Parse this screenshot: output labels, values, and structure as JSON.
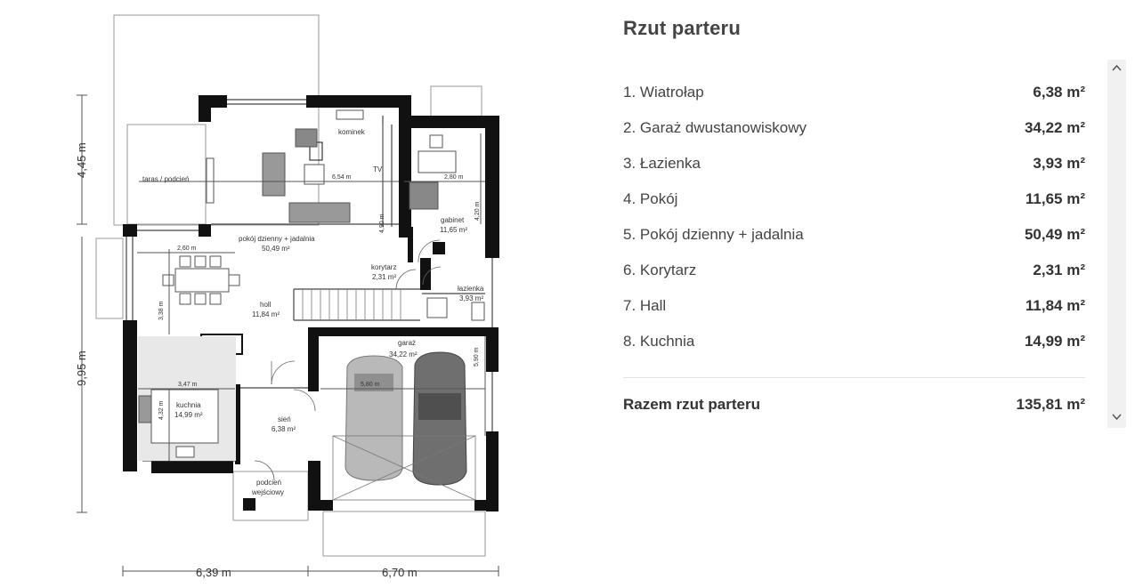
{
  "panel": {
    "title": "Rzut parteru",
    "rooms": [
      {
        "label": "1. Wiatrołap",
        "area": "6,38 m²"
      },
      {
        "label": "2. Garaż dwustanowiskowy",
        "area": "34,22 m²"
      },
      {
        "label": "3. Łazienka",
        "area": "3,93 m²"
      },
      {
        "label": "4. Pokój",
        "area": "11,65 m²"
      },
      {
        "label": "5. Pokój dzienny + jadalnia",
        "area": "50,49 m²"
      },
      {
        "label": "6. Korytarz",
        "area": "2,31 m²"
      },
      {
        "label": "7. Hall",
        "area": "11,84 m²"
      },
      {
        "label": "8. Kuchnia",
        "area": "14,99 m²"
      }
    ],
    "total_label": "Razem rzut parteru",
    "total_area": "135,81 m²"
  },
  "plan": {
    "dims": {
      "left_width": "6,39 m",
      "right_width": "6,70 m",
      "top_height": "4,45 m",
      "main_height": "9,95 m"
    },
    "labels": {
      "taras": "taras / podcień",
      "kominek": "kominek",
      "tv": "TV",
      "living_name": "pokój dzienny + jadalnia",
      "living_area": "50,49 m²",
      "living_dim": "6,54 m",
      "living_dim2": "4,90 m",
      "gabinet_name": "gabinet",
      "gabinet_area": "11,65 m²",
      "gabinet_dim": "2,80 m",
      "gabinet_dim2": "4,20 m",
      "dining_dim": "2,60 m",
      "korytarz_name": "korytarz",
      "korytarz_area": "2,31 m²",
      "lazienka_name": "łazienka",
      "lazienka_area": "3,93 m²",
      "holl_name": "holl",
      "holl_area": "11,84 m²",
      "holl_dim": "3,38 m",
      "garaz_name": "garaż",
      "garaz_area": "34,22 m²",
      "garaz_dim": "5,80 m",
      "garaz_dim2": "5,90 m",
      "kuchnia_name": "kuchnia",
      "kuchnia_area": "14,99 m²",
      "kuchnia_dim": "3,47 m",
      "kuchnia_dim2": "4,32 m",
      "sien_name": "sień",
      "sien_area": "6,38 m²",
      "podcien_1": "podcień",
      "podcien_2": "wejściowy"
    }
  },
  "colors": {
    "wall": "#111111",
    "text": "#333333",
    "car_light": "#b9b9b9",
    "car_dark": "#6f6f6f"
  },
  "icons": {
    "scroll_up": "chevron-up-icon",
    "scroll_down": "chevron-down-icon"
  }
}
